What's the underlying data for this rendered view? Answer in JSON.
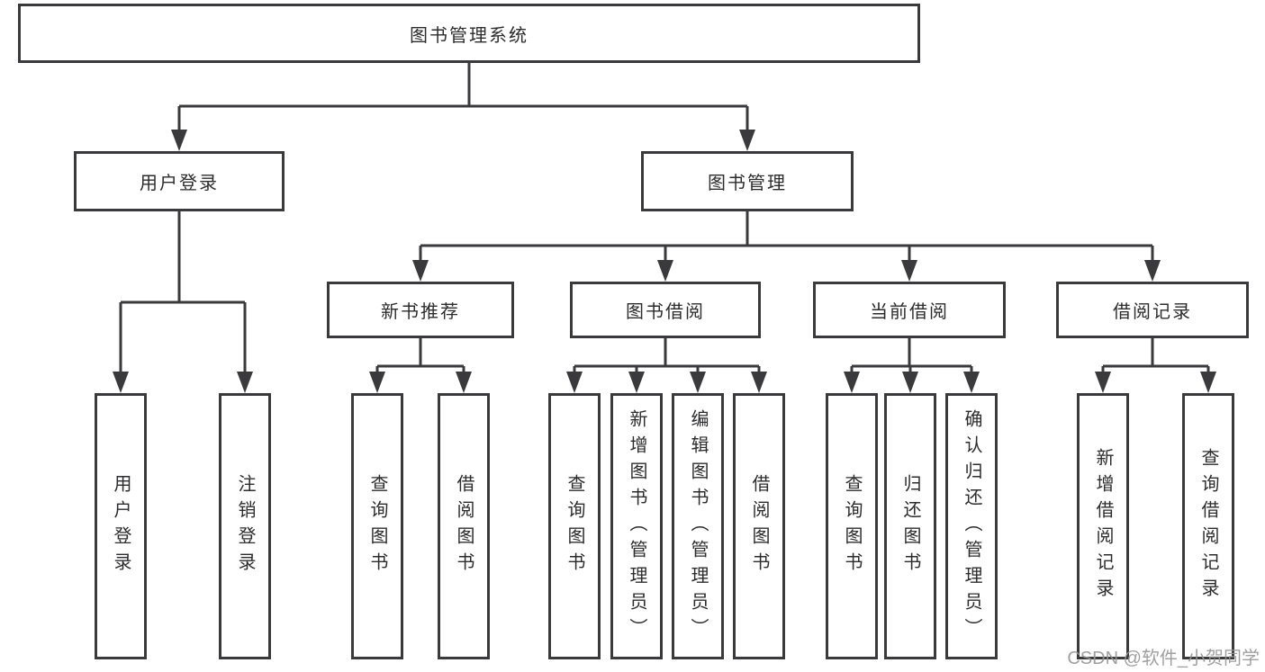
{
  "title": "图书管理系统",
  "tree": {
    "label": "图书管理系统",
    "children": [
      {
        "label": "用户登录",
        "children": [
          {
            "label": "用户登录"
          },
          {
            "label": "注销登录"
          }
        ]
      },
      {
        "label": "图书管理",
        "children": [
          {
            "label": "新书推荐",
            "children": [
              {
                "label": "查询图书"
              },
              {
                "label": "借阅图书"
              }
            ]
          },
          {
            "label": "图书借阅",
            "children": [
              {
                "label": "查询图书"
              },
              {
                "label": "新增图书（管理员）"
              },
              {
                "label": "编辑图书（管理员）"
              },
              {
                "label": "借阅图书"
              }
            ]
          },
          {
            "label": "当前借阅",
            "children": [
              {
                "label": "查询图书"
              },
              {
                "label": "归还图书"
              },
              {
                "label": "确认归还（管理员）"
              }
            ]
          },
          {
            "label": "借阅记录",
            "children": [
              {
                "label": "新增借阅记录"
              },
              {
                "label": "查询借阅记录"
              }
            ]
          }
        ]
      }
    ]
  },
  "watermark": "CSDN @软件_小贺同学",
  "colors": {
    "line": "#3a3a3c",
    "box_border": "#3a3a3c",
    "text": "#2c2c2e",
    "background": "#ffffff",
    "watermark": "#969696"
  }
}
